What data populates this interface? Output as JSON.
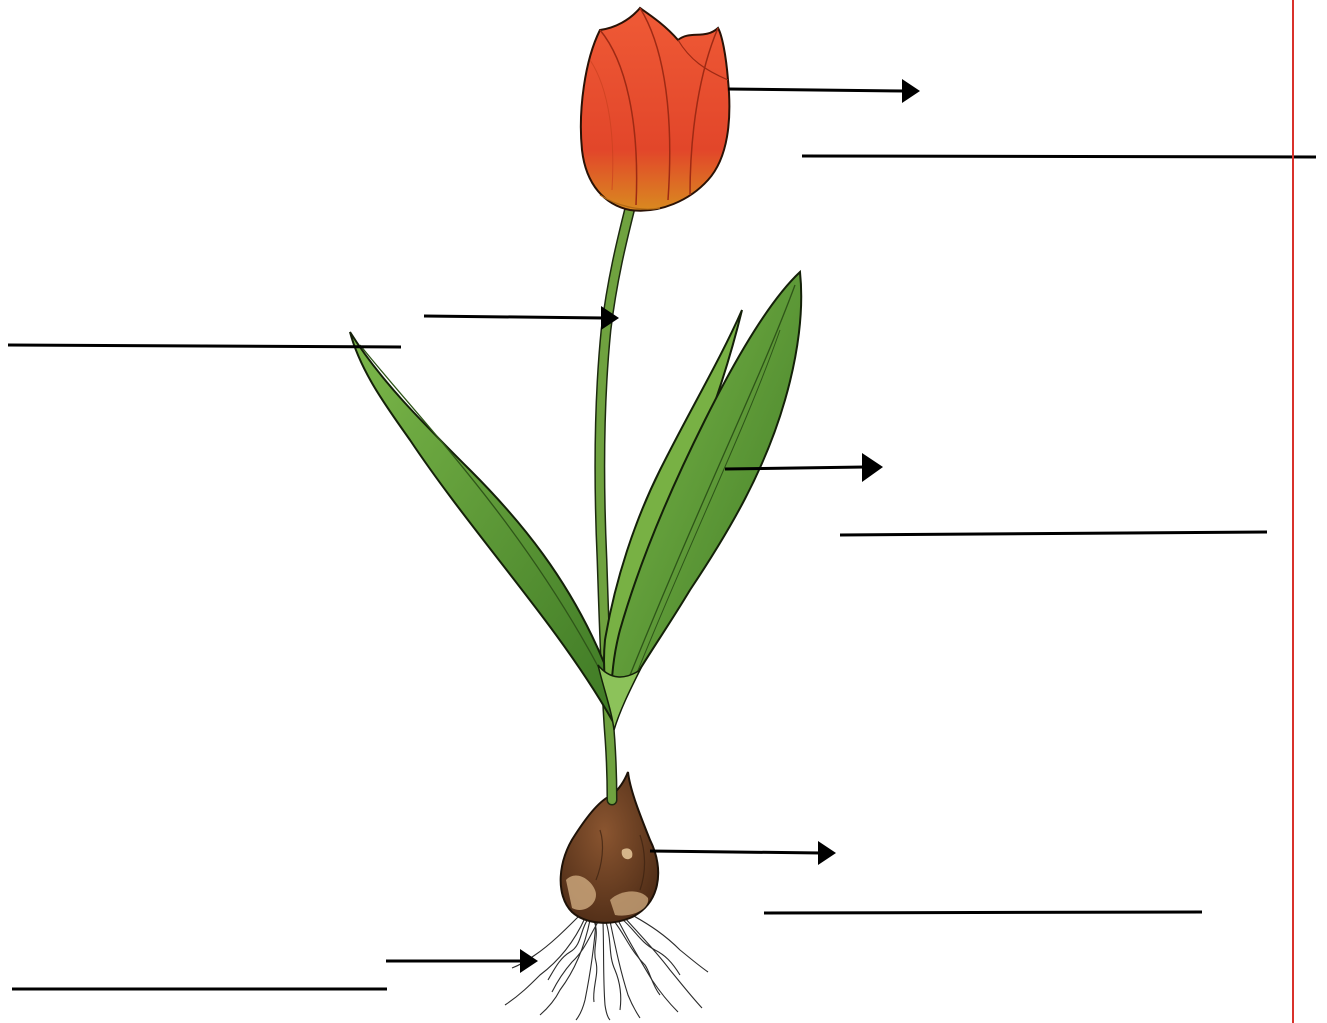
{
  "diagram": {
    "subject": "tulip-plant",
    "parts": [
      "flower",
      "stem",
      "leaf",
      "bulb",
      "roots"
    ],
    "answer_blanks": [
      {
        "id": "flower",
        "value": ""
      },
      {
        "id": "stem",
        "value": ""
      },
      {
        "id": "leaf",
        "value": ""
      },
      {
        "id": "bulb",
        "value": ""
      },
      {
        "id": "roots",
        "value": ""
      }
    ]
  },
  "colors": {
    "background": "#ffffff",
    "margin_line": "#d9312b",
    "petal": "#e8482c",
    "petal_dark": "#b9321c",
    "petal_base": "#d9801f",
    "stem": "#6fa23f",
    "leaf": "#5e9a36",
    "leaf_dark": "#3d6f22",
    "bulb": "#6b3f22",
    "bulb_light": "#c9a57a",
    "ink": "#000000"
  }
}
